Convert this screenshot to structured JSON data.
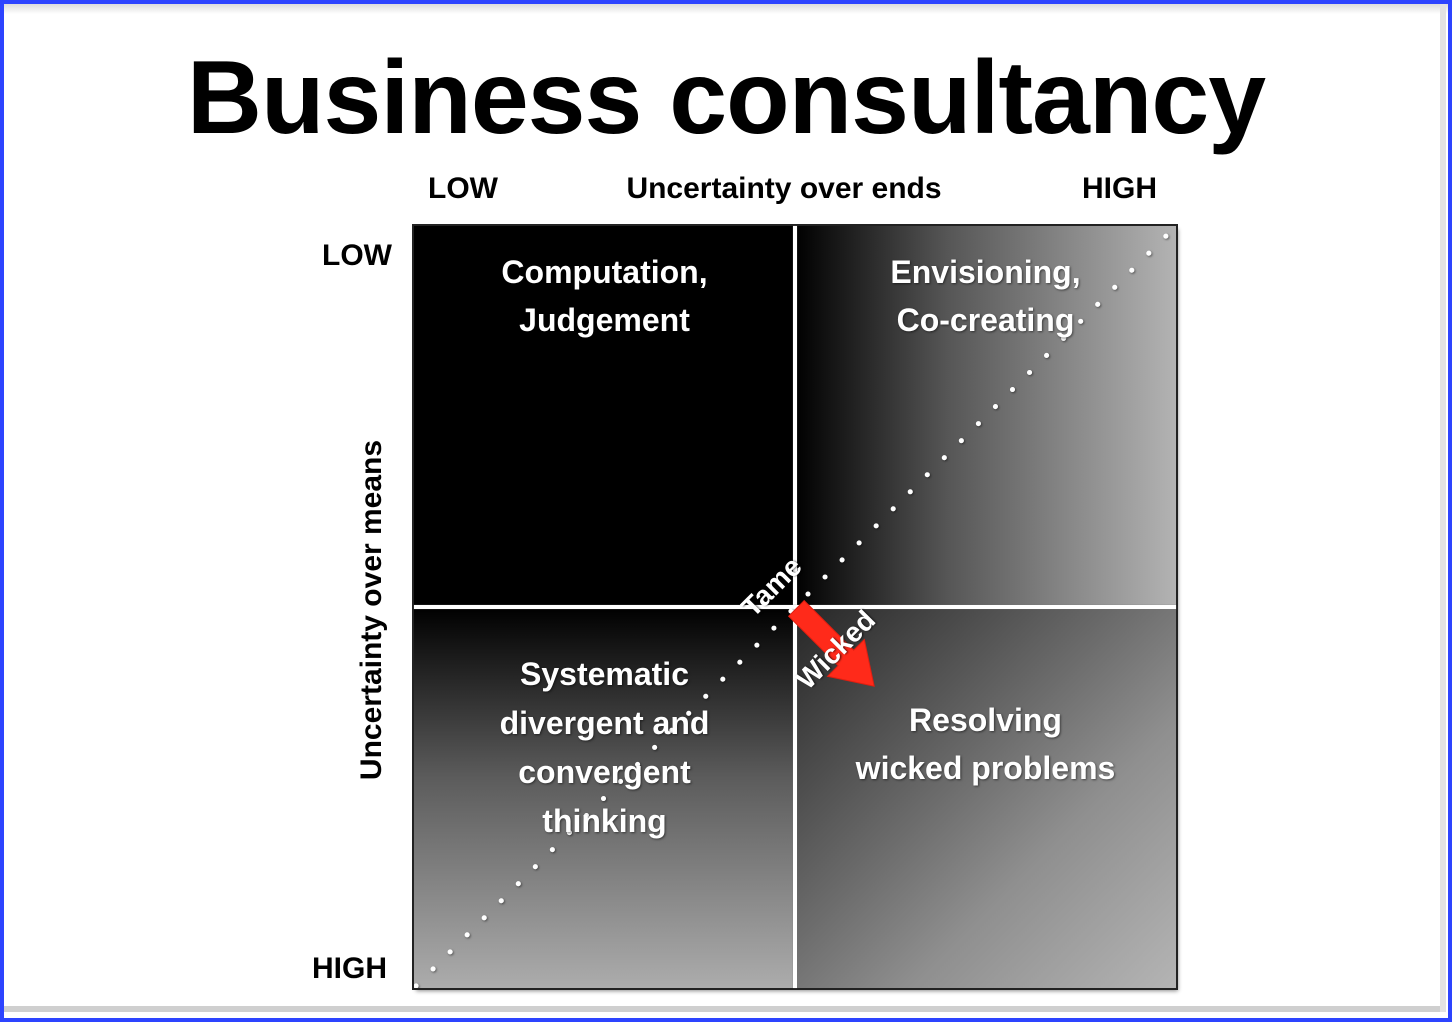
{
  "title": "Business consultancy",
  "x_axis": {
    "low": "LOW",
    "label": "Uncertainty over ends",
    "high": "HIGH"
  },
  "y_axis": {
    "low": "LOW",
    "label": "Uncertainty over means",
    "high": "HIGH"
  },
  "quadrants": {
    "top_left": {
      "lines": [
        "Computation,",
        "Judgement"
      ]
    },
    "top_right": {
      "lines": [
        "Envisioning,",
        "Co-creating"
      ]
    },
    "bottom_left": {
      "lines": [
        "Systematic",
        "divergent and",
        "convergent",
        "thinking"
      ]
    },
    "bottom_right": {
      "lines": [
        "Resolving",
        "wicked problems"
      ]
    }
  },
  "diagonal": {
    "tame_label": "Tame",
    "wicked_label": "Wicked",
    "arrow_color": "#ff2a1a",
    "line_style": "dotted",
    "line_color": "#ffffff"
  },
  "colors": {
    "frame_border": "#2d44ff",
    "background": "#ffffff",
    "quadrant_dark": "#000000",
    "quadrant_light": "#b3b3b3"
  }
}
